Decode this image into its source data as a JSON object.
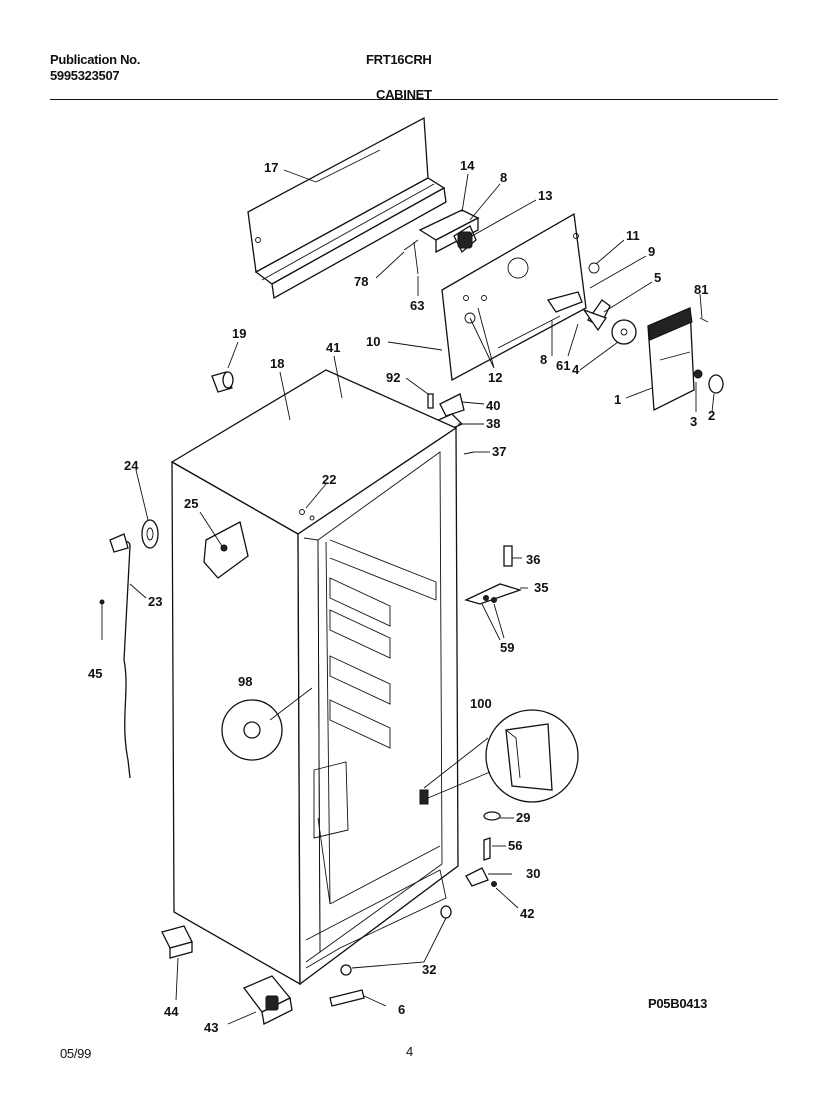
{
  "header": {
    "publication_label": "Publication No.",
    "publication_number": "5995323507",
    "model": "FRT16CRH",
    "section": "CABINET"
  },
  "footer": {
    "date": "05/99",
    "page": "4",
    "drawing_code": "P05B0413"
  },
  "callouts": [
    "17",
    "14",
    "8",
    "13",
    "11",
    "9",
    "5",
    "81",
    "78",
    "63",
    "10",
    "12",
    "8",
    "61",
    "4",
    "1",
    "3",
    "2",
    "19",
    "18",
    "41",
    "92",
    "40",
    "38",
    "37",
    "22",
    "24",
    "25",
    "23",
    "36",
    "35",
    "59",
    "45",
    "98",
    "100",
    "29",
    "56",
    "30",
    "42",
    "32",
    "6",
    "44",
    "43"
  ]
}
